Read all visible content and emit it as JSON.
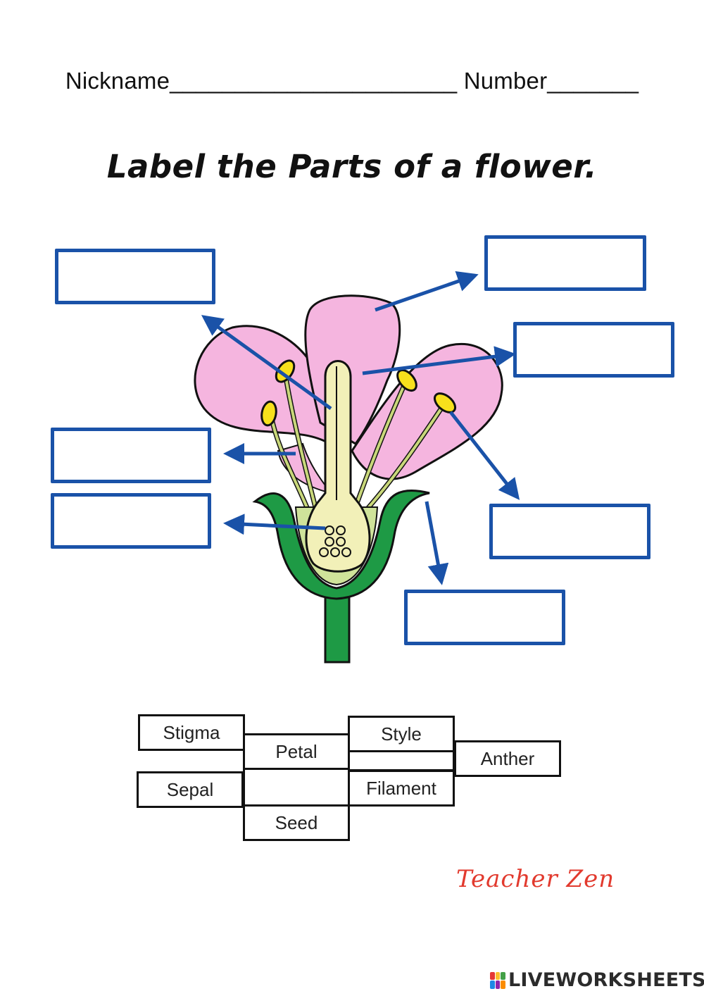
{
  "header": {
    "nickname_label": "Nickname",
    "nickname_line": "______________________",
    "number_label": "Number",
    "number_line": "_______"
  },
  "title": "Label the Parts of a flower.",
  "word_bank": {
    "stigma": "Stigma",
    "petal": "Petal",
    "style": "Style",
    "anther": "Anther",
    "sepal": "Sepal",
    "filament": "Filament",
    "seed": "Seed"
  },
  "signature": "Teacher Zen",
  "brand": "LIVEWORKSHEETS",
  "colors": {
    "box_border": "#1a52a8",
    "arrow": "#1a52a8",
    "petal": "#f5b5df",
    "stem": "#1e9a45",
    "anther": "#f7e01c",
    "ovary": "#f2f0b8",
    "signature": "#e23a2e"
  }
}
